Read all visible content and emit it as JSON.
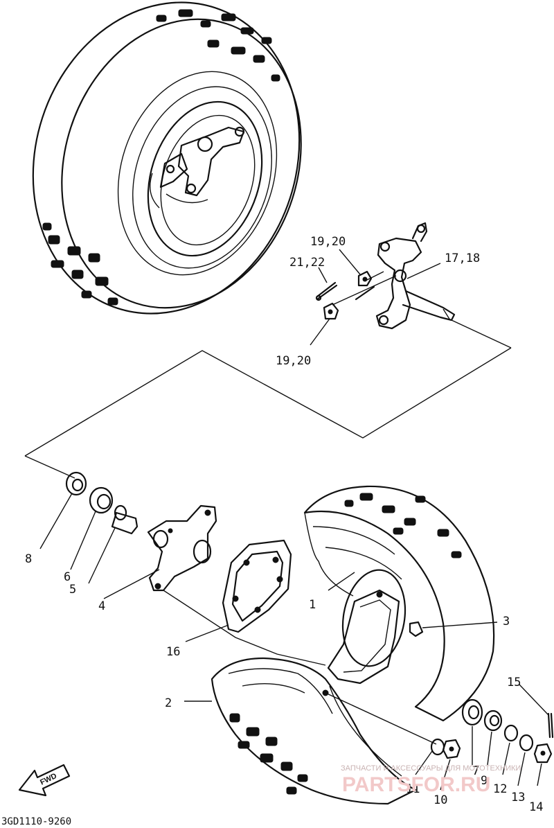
{
  "diagram": {
    "part_labels": {
      "p1": "1",
      "p2": "2",
      "p3": "3",
      "p4": "4",
      "p5": "5",
      "p6": "6",
      "p7": "7",
      "p8": "8",
      "p9": "9",
      "p10": "10",
      "p11": "11",
      "p12": "12",
      "p13": "13",
      "p14": "14",
      "p15": "15",
      "p16": "16",
      "p17_18": "17,18",
      "p19_20_top": "19,20",
      "p19_20_bottom": "19,20",
      "p21_22": "21,22"
    },
    "fwd_label": "FWD",
    "drawing_code": "3GD1110-9260",
    "watermark": {
      "tagline": "ЗАПЧАСТИ И АКСЕССУАРЫ ДЛЯ МОТОТЕХНИКИ",
      "brand": "PARTSFOR.RU"
    }
  }
}
